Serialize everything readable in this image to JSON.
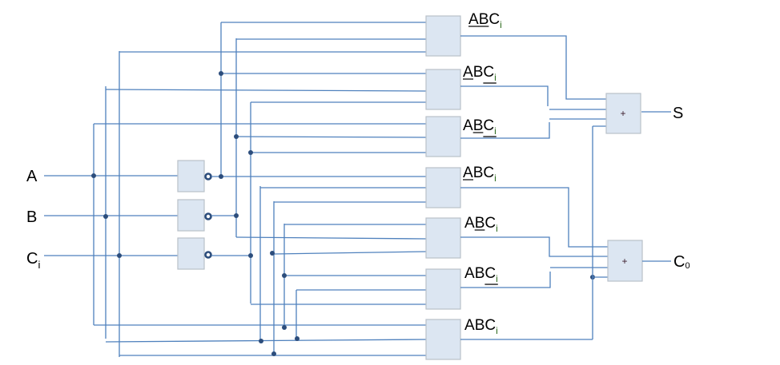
{
  "title": "Full adder logic diagram (sum-of-products)",
  "colors": {
    "wire": "#4f81bd",
    "gate_fill": "#dce6f2",
    "gate_border": "#b9c0c9",
    "junction": "#2c4d7c",
    "subscript": "#2e6b1e"
  },
  "inputs": [
    {
      "id": "A",
      "label": "A",
      "sub": ""
    },
    {
      "id": "B",
      "label": "B",
      "sub": ""
    },
    {
      "id": "Ci",
      "label": "C",
      "sub": "i"
    }
  ],
  "not_gates": [
    {
      "input": "A",
      "output": "A'"
    },
    {
      "input": "B",
      "output": "B'"
    },
    {
      "input": "Ci",
      "output": "Ci'"
    }
  ],
  "and_gates": [
    {
      "term": "A'B'Ci",
      "letters": [
        "A",
        "B",
        "C"
      ],
      "sub": "i",
      "complemented": [
        true,
        true,
        false
      ],
      "feeds": "S"
    },
    {
      "term": "A'BCi'",
      "letters": [
        "A",
        "B",
        "C"
      ],
      "sub": "i",
      "complemented": [
        true,
        false,
        true
      ],
      "feeds": "S"
    },
    {
      "term": "AB'Ci'",
      "letters": [
        "A",
        "B",
        "C"
      ],
      "sub": "i",
      "complemented": [
        false,
        true,
        true
      ],
      "feeds": "S"
    },
    {
      "term": "A'BCi",
      "letters": [
        "A",
        "B",
        "C"
      ],
      "sub": "i",
      "complemented": [
        true,
        false,
        false
      ],
      "feeds": "Co"
    },
    {
      "term": "AB'Ci",
      "letters": [
        "A",
        "B",
        "C"
      ],
      "sub": "i",
      "complemented": [
        false,
        true,
        false
      ],
      "feeds": "Co"
    },
    {
      "term": "ABCi'",
      "letters": [
        "A",
        "B",
        "C"
      ],
      "sub": "i",
      "complemented": [
        false,
        false,
        true
      ],
      "feeds": "Co"
    },
    {
      "term": "ABCi",
      "letters": [
        "A",
        "B",
        "C"
      ],
      "sub": "i",
      "complemented": [
        false,
        false,
        false
      ],
      "feeds": "S,Co"
    }
  ],
  "or_gates": [
    {
      "id": "S",
      "symbol": "+",
      "output_label": "S",
      "output_sub": ""
    },
    {
      "id": "Co",
      "symbol": "+",
      "output_label": "C",
      "output_sub": "0"
    }
  ]
}
